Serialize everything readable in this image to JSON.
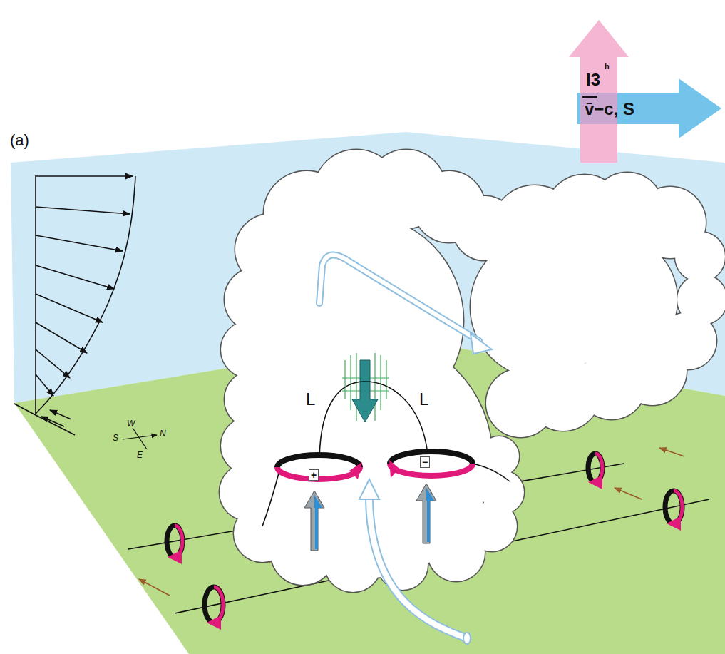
{
  "diagram": {
    "labels": [
      "(a)",
      "I3",
      "h",
      "v̄−c, S",
      "W",
      "S",
      "N",
      "E",
      "L",
      "L",
      "+",
      "−"
    ]
  }
}
